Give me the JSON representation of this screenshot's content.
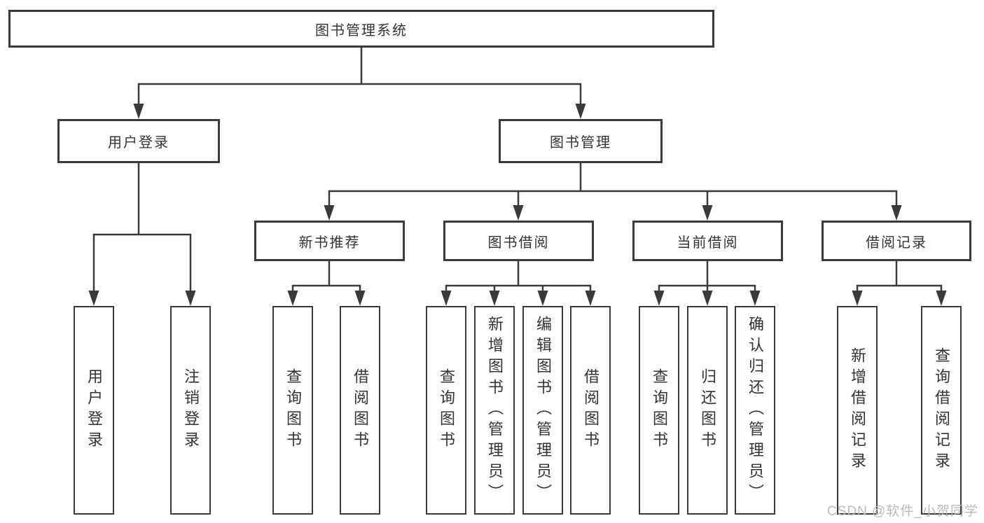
{
  "diagram_title": "图书管理系统",
  "watermark": "CSDN @软件_小贺同学",
  "colors": {
    "line": "#3a3a3a",
    "box_border": "#3a3a3a",
    "box_fill": "#ffffff",
    "text": "#333333",
    "watermark_text": "#b9babd",
    "background": "#ffffff"
  },
  "nodes": {
    "root": "图书管理系统",
    "user_login": "用户登录",
    "book_management": "图书管理",
    "new_book_recommend": "新书推荐",
    "book_borrowing": "图书借阅",
    "current_borrowing": "当前借阅",
    "borrowing_records": "借阅记录",
    "ul_user_login": "用户登录",
    "ul_logout": "注销登录",
    "nb_query_books": "查询图书",
    "nb_borrow_books": "借阅图书",
    "bb_query_books": "查询图书",
    "bb_add_books_admin": "新增图书（管理员）",
    "bb_edit_books_admin": "编辑图书（管理员）",
    "bb_borrow_books": "借阅图书",
    "cb_query_books": "查询图书",
    "cb_return_books": "归还图书",
    "cb_confirm_return_admin": "确认归还（管理员）",
    "br_add_record": "新增借阅记录",
    "br_query_record": "查询借阅记录"
  }
}
